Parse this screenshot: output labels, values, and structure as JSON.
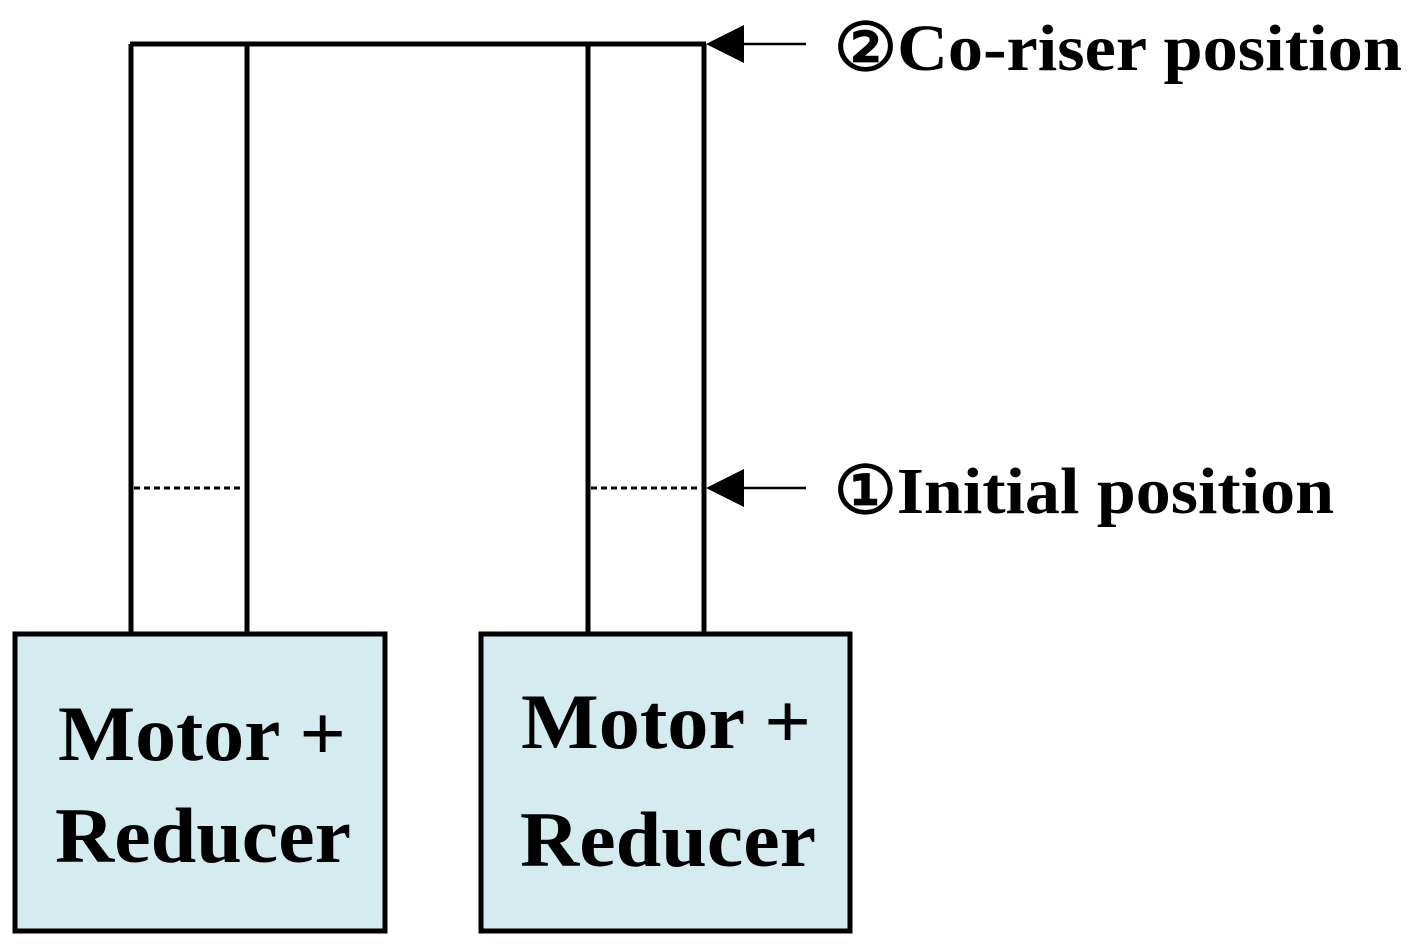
{
  "labels": {
    "co_riser": "②Co-riser position",
    "initial": "①Initial position"
  },
  "motor_boxes": [
    {
      "line1": "Motor +",
      "line2": "Reducer"
    },
    {
      "line1": "Motor +",
      "line2": "Reducer"
    }
  ],
  "colors": {
    "box_fill": "#d4ecf0",
    "stroke": "#000000",
    "background": "#ffffff"
  }
}
